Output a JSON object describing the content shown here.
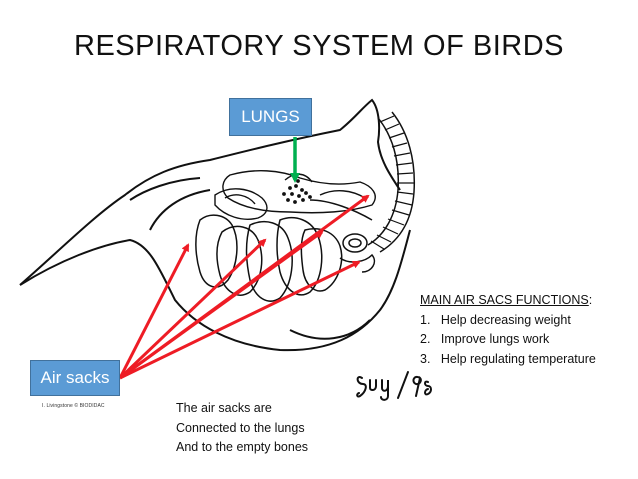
{
  "title": "RESPIRATORY SYSTEM OF BIRDS",
  "labels": {
    "lungs": "LUNGS",
    "air_sacks": "Air sacks"
  },
  "functions": {
    "heading": "MAIN AIR SACS FUNCTIONS",
    "heading_suffix": ":",
    "items": [
      {
        "num": "1.",
        "text": "Help decreasing weight"
      },
      {
        "num": "2.",
        "text": "Improve lungs work"
      },
      {
        "num": "3.",
        "text": "Help regulating temperature"
      }
    ]
  },
  "note": {
    "lines": [
      "The air sacks are",
      "Connected to the  lungs",
      "And to the empty bones"
    ]
  },
  "credit": "I. Livingstone © BIODIDAC",
  "signature": "Suy/98",
  "colors": {
    "arrow_red": "#ee1c25",
    "arrow_green": "#00b050",
    "box_blue": "#5b9bd5"
  }
}
